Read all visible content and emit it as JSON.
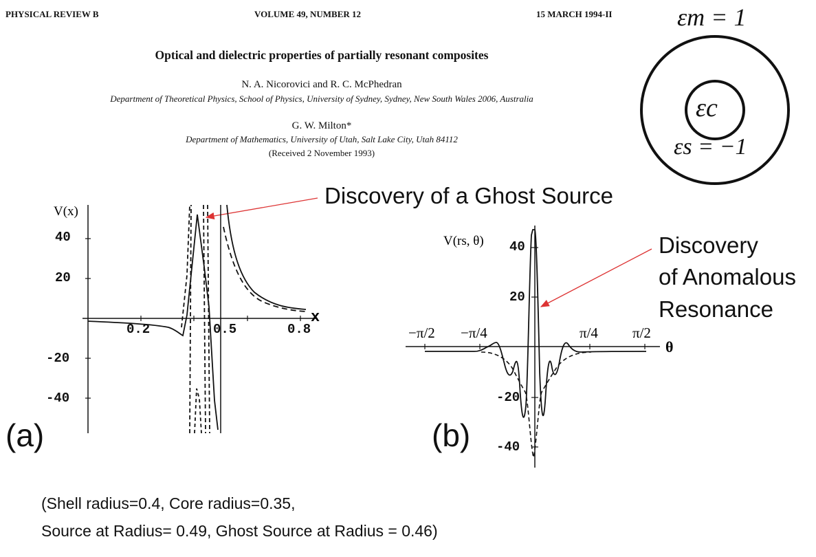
{
  "header": {
    "journal": "PHYSICAL REVIEW B",
    "volume": "VOLUME 49, NUMBER 12",
    "date": "15 MARCH 1994-II"
  },
  "paper": {
    "title": "Optical and dielectric properties of partially resonant composites",
    "authors1": "N. A. Nicorovici and R. C. McPhedran",
    "affiliation1": "Department of Theoretical Physics, School of Physics, University of Sydney, Sydney, New South Wales 2006, Australia",
    "authors2": "G. W. Milton*",
    "affiliation2": "Department of Mathematics, University of Utah, Salt Lake City, Utah 84112",
    "received": "(Received 2 November 1993)"
  },
  "diagram": {
    "eps_m": "εm = 1",
    "eps_c": "εc",
    "eps_s": "εs = −1"
  },
  "annotations": {
    "ghost": "Discovery of a Ghost Source",
    "anomalous_1": "Discovery",
    "anomalous_2": "of Anomalous",
    "anomalous_3": "Resonance",
    "arrow_color": "#dd3333"
  },
  "panel_a": {
    "label": "(a)",
    "ylabel": "V(x)",
    "xlabel": "x",
    "yticks": [
      "40",
      "20",
      "-20",
      "-40"
    ],
    "xticks": [
      "0.2",
      "0.5",
      "0.8"
    ]
  },
  "panel_b": {
    "label": "(b)",
    "ylabel": "V(rs, θ)",
    "xlabel": "θ",
    "yticks": [
      "40",
      "20",
      "-20",
      "-40"
    ],
    "xticks": [
      "−π/2",
      "−π/4",
      "π/4",
      "π/2"
    ]
  },
  "caption": {
    "line1": "(Shell radius=0.4,  Core radius=0.35,",
    "line2": "Source at Radius= 0.49,  Ghost Source at Radius = 0.46)"
  }
}
